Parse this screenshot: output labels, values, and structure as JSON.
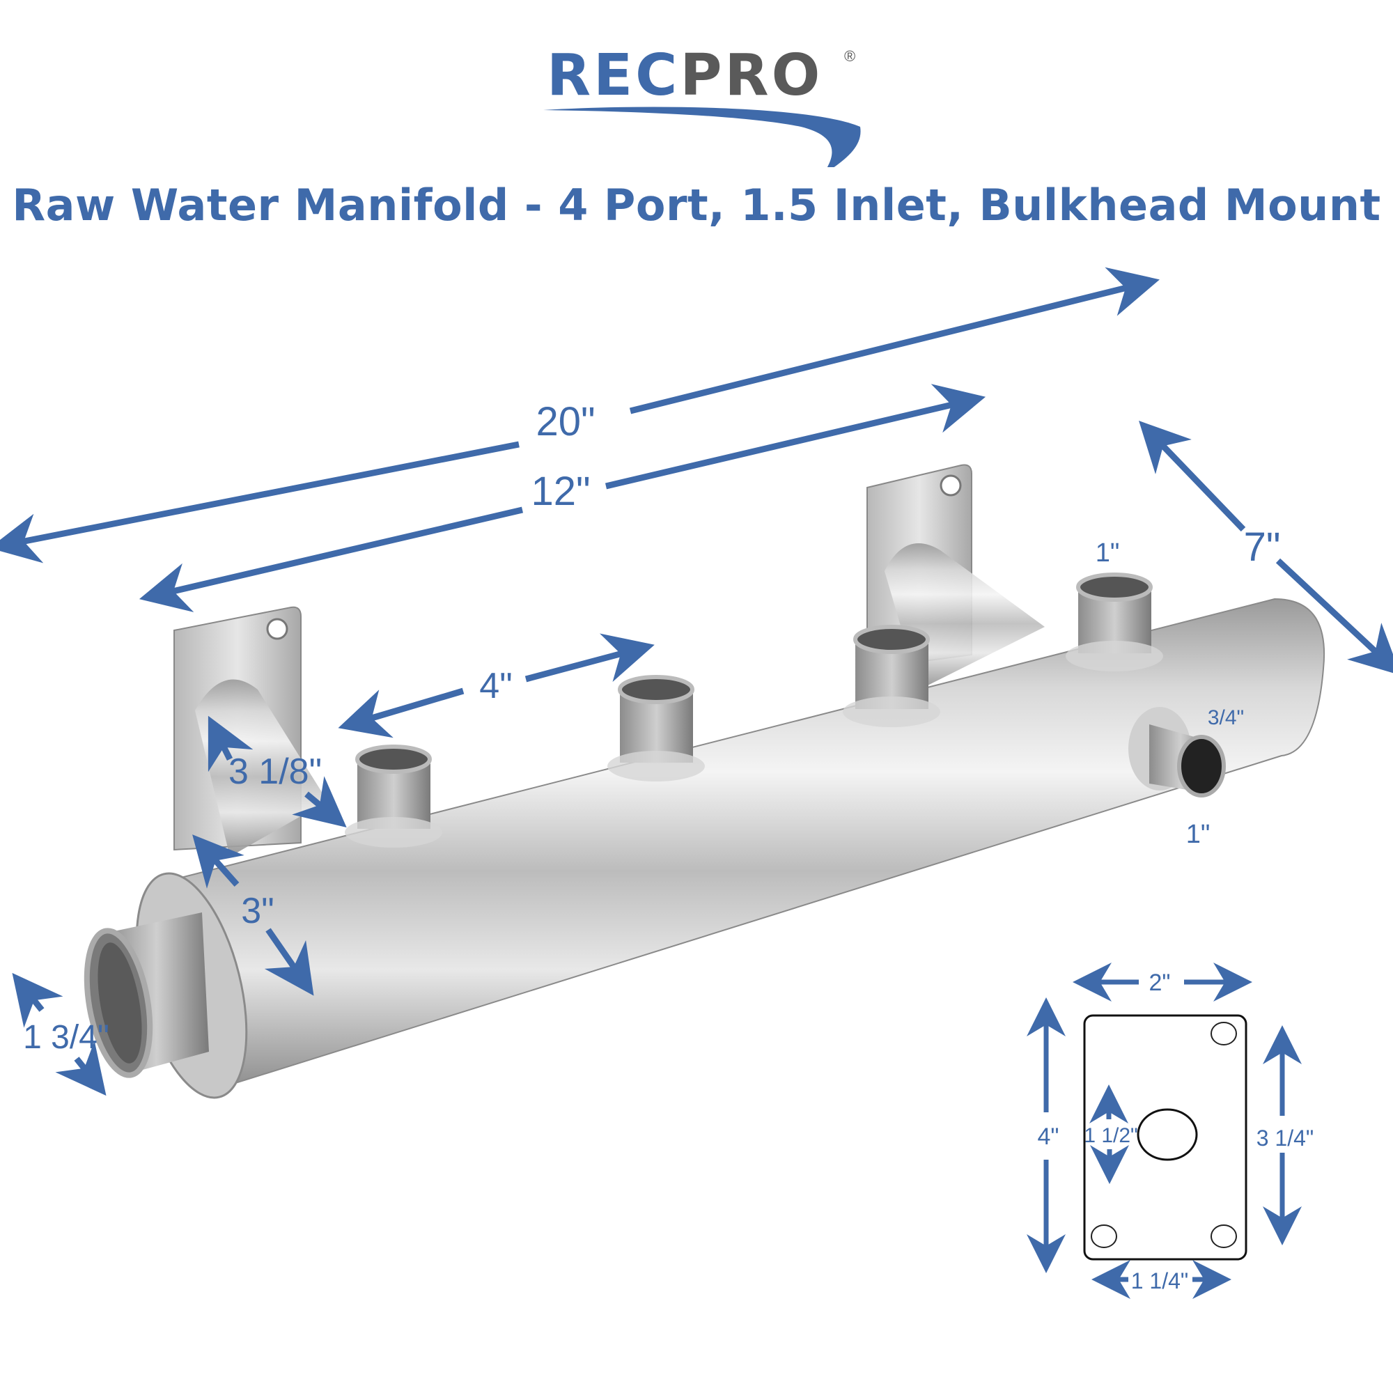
{
  "logo": {
    "part1": "REC",
    "part2": "PRO",
    "registered": "®",
    "colors": {
      "blue": "#3f6aaa",
      "gray": "#5a5a5a"
    }
  },
  "title": "Raw Water Manifold - 4 Port, 1.5 Inlet, Bulkhead Mount",
  "accent_color": "#3f6aaa",
  "dimensions": {
    "overall_length": "20\"",
    "bracket_spacing": "12\"",
    "port_spacing": "4\"",
    "depth": "7\"",
    "top_port_size": "1\"",
    "side_port_size": "3/4\"",
    "side_port_outer": "1\"",
    "bracket_standoff": "3 1/8\"",
    "body_diameter": "3\"",
    "inlet_size": "1 3/4\""
  },
  "mount_plate": {
    "width": "2\"",
    "height": "4\"",
    "hole_spacing_vertical": "3 1/4\"",
    "hole_spacing_horizontal": "1 1/4\"",
    "center_hole": "1 1/2\""
  }
}
